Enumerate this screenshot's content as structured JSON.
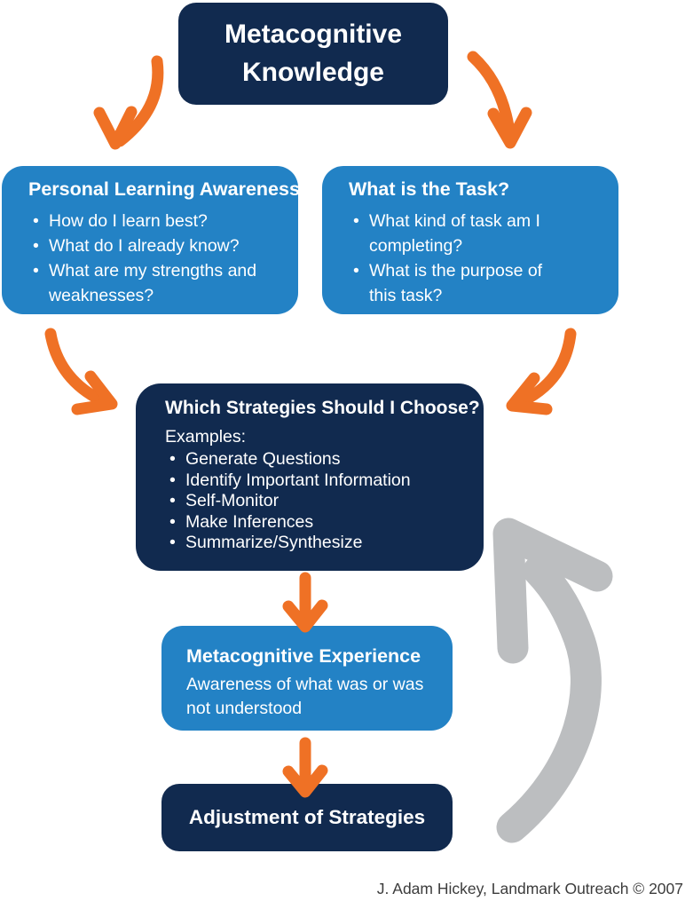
{
  "colors": {
    "navy": "#112A4F",
    "blue": "#2382C5",
    "orange": "#EF7125",
    "gray": "#BCBEC0",
    "text_on_boxes": "#FFFFFF",
    "credit_text": "#3C3C3C",
    "background": "#FFFFFF"
  },
  "nodes": {
    "root": {
      "title": "Metacognitive Knowledge"
    },
    "personal": {
      "title": "Personal Learning Awareness",
      "bullets": [
        "How do I learn best?",
        "What do I already know?",
        "What are my strengths and weaknesses?"
      ]
    },
    "task": {
      "title": "What is the Task?",
      "bullets": [
        "What kind of task am I completing?",
        "What is the purpose of this task?"
      ]
    },
    "strategies": {
      "title": "Which Strategies Should I Choose?",
      "subtitle": "Examples:",
      "bullets": [
        "Generate Questions",
        "Identify Important Information",
        "Self-Monitor",
        "Make Inferences",
        "Summarize/Synthesize"
      ]
    },
    "experience": {
      "title": "Metacognitive Experience",
      "body": "Awareness of what was or was not understood"
    },
    "adjustment": {
      "title": "Adjustment of Strategies"
    }
  },
  "arrows": [
    {
      "id": "root-to-personal",
      "from": "root",
      "to": "personal",
      "color": "orange"
    },
    {
      "id": "root-to-task",
      "from": "root",
      "to": "task",
      "color": "orange"
    },
    {
      "id": "personal-to-strategies",
      "from": "personal",
      "to": "strategies",
      "color": "orange"
    },
    {
      "id": "task-to-strategies",
      "from": "task",
      "to": "strategies",
      "color": "orange"
    },
    {
      "id": "strategies-to-experience",
      "from": "strategies",
      "to": "experience",
      "color": "orange"
    },
    {
      "id": "experience-to-adjustment",
      "from": "experience",
      "to": "adjustment",
      "color": "orange"
    },
    {
      "id": "adjustment-feedback-to-strategies",
      "from": "adjustment",
      "to": "strategies",
      "color": "gray"
    }
  ],
  "credit": "J. Adam Hickey, Landmark Outreach © 2007"
}
